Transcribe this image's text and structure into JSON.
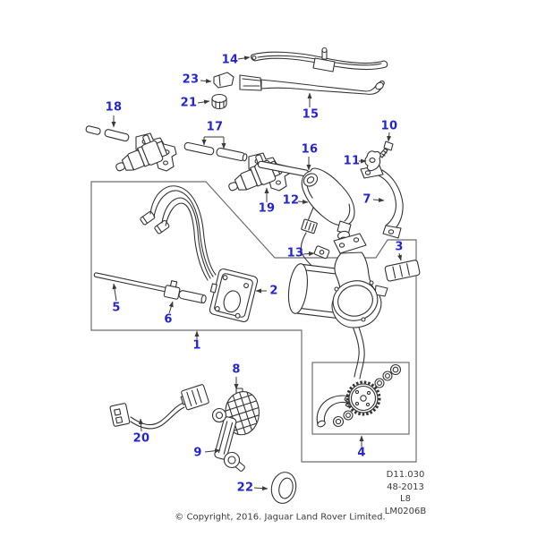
{
  "page": {
    "background": "#ffffff"
  },
  "colors": {
    "callout_blue": "#2525cf",
    "line_dark": "#333333",
    "box_gray": "#6e6e6e"
  },
  "part_labels": [
    "1",
    "2",
    "3",
    "4",
    "5",
    "6",
    "7",
    "8",
    "9",
    "10",
    "11",
    "12",
    "13",
    "14",
    "15",
    "16",
    "17",
    "18",
    "19",
    "20",
    "21",
    "22",
    "23"
  ],
  "plate_codes": [
    "D11.030",
    "48-2013",
    "L8",
    "LM0206B"
  ],
  "footer": {
    "copyright": "© Copyright, 2016. Jaguar Land Rover Limited."
  }
}
